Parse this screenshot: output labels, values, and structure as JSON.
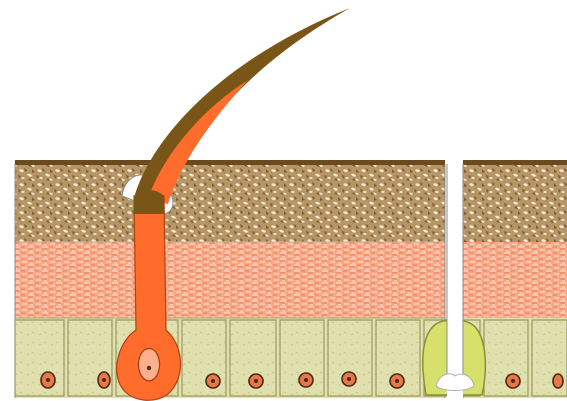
{
  "diagram": {
    "kind": "skin-cross-section",
    "layers": [
      {
        "name": "surface-line",
        "color": "#6b4a1e"
      },
      {
        "name": "stratum-corneum",
        "color": "#a88a55"
      },
      {
        "name": "upper-dermis",
        "color": "#f6a887"
      },
      {
        "name": "basal-cell-layer",
        "color": "#dfe0a8"
      }
    ],
    "structures": [
      {
        "name": "hair-shaft",
        "color": "#7a5518"
      },
      {
        "name": "hair-core",
        "color": "#ff6c2c"
      },
      {
        "name": "hair-bulb",
        "color": "#ff6c2c"
      },
      {
        "name": "sweat-duct",
        "color": "#ffffff"
      }
    ],
    "cell_count": 11,
    "nucleus_color": "#e8784a"
  }
}
